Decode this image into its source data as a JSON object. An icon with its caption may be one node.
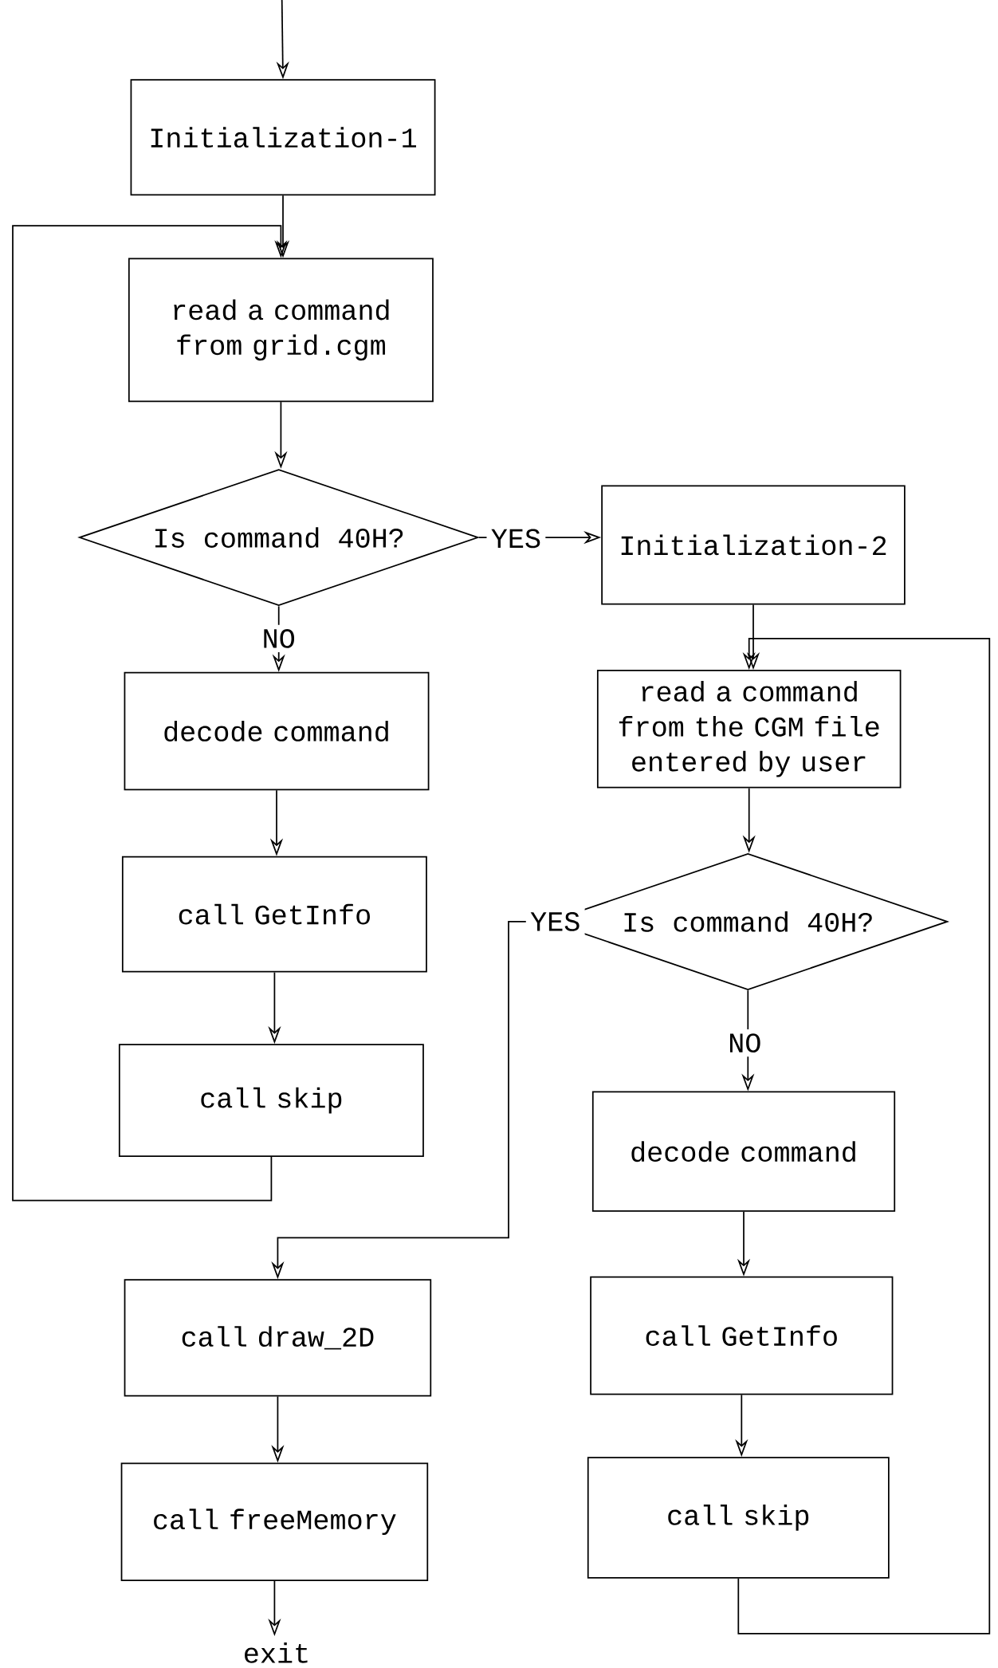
{
  "diagram": {
    "nodes": [
      {
        "text": [
          "Initialization-1"
        ]
      },
      {
        "text": [
          "read a command from grid.cgm"
        ]
      },
      {
        "text": [
          "Is command 40H?"
        ]
      },
      {
        "text": [
          "Initialization-2"
        ]
      },
      {
        "text": [
          "decode command"
        ]
      },
      {
        "text": [
          "read a command from the CGM file entered by user"
        ]
      },
      {
        "text": [
          "call GetInfo"
        ]
      },
      {
        "text": [
          "Is command 40H?"
        ]
      },
      {
        "text": [
          "call skip"
        ]
      },
      {
        "text": [
          "decode command"
        ]
      },
      {
        "text": [
          "call draw_2D"
        ]
      },
      {
        "text": [
          "call GetInfo"
        ]
      },
      {
        "text": [
          "call freeMemory"
        ]
      },
      {
        "text": [
          "call skip"
        ]
      },
      {
        "text": [
          "exit"
        ]
      }
    ],
    "edges": [
      {
        "from": null,
        "to": 0,
        "arrow": "to"
      },
      {
        "from": 0,
        "to": 1,
        "arrow": "to"
      },
      {
        "from": 1,
        "to": 2,
        "arrow": "to"
      },
      {
        "from": 2,
        "to": 3,
        "arrow": "to",
        "label": "YES"
      },
      {
        "from": 2,
        "to": 4,
        "arrow": "to",
        "label": "NO"
      },
      {
        "from": 4,
        "to": 6,
        "arrow": "to"
      },
      {
        "from": 6,
        "to": 8,
        "arrow": "to"
      },
      {
        "from": 8,
        "to": 1,
        "arrow": "to"
      },
      {
        "from": 3,
        "to": 5,
        "arrow": "to"
      },
      {
        "from": 5,
        "to": 7,
        "arrow": "to"
      },
      {
        "from": 7,
        "to": 9,
        "arrow": "to",
        "label": "NO"
      },
      {
        "from": 9,
        "to": 11,
        "arrow": "to"
      },
      {
        "from": 11,
        "to": 13,
        "arrow": "to"
      },
      {
        "from": 13,
        "to": 5,
        "arrow": "to"
      },
      {
        "from": 7,
        "to": 10,
        "arrow": "to",
        "label": "YES"
      },
      {
        "from": 10,
        "to": 12,
        "arrow": "to"
      },
      {
        "from": 12,
        "to": 14,
        "arrow": "to"
      }
    ]
  }
}
